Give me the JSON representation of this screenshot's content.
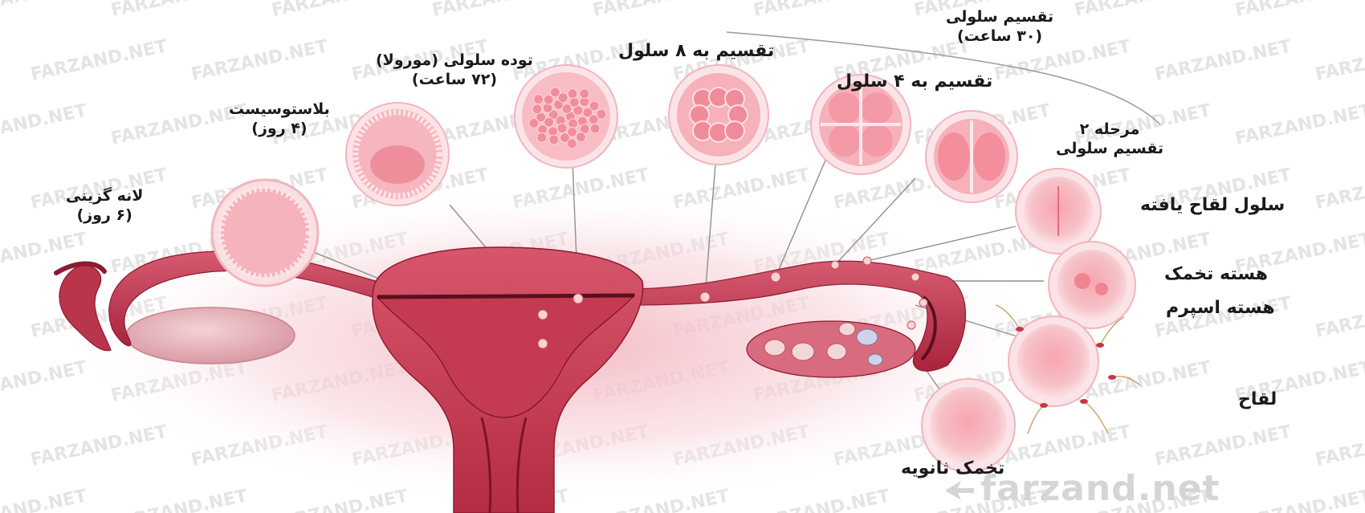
{
  "diagram": {
    "labels": {
      "division_30h": {
        "line1": "تقسیم سلولی",
        "line2": "(۳۰ ساعت)"
      },
      "division_8": {
        "line1": "تقسیم به ۸ سلول"
      },
      "morula": {
        "line1": "توده سلولی (مورولا)",
        "line2": "(۷۲ ساعت)"
      },
      "division_4": {
        "line1": "تقسیم به ۴ سلول"
      },
      "blastocyst": {
        "line1": "بلاستوسیست",
        "line2": "(۴ روز)"
      },
      "stage2": {
        "line1": "مرحله ۲",
        "line2": "تقسیم سلولی"
      },
      "implantation": {
        "line1": "لانه گزینی",
        "line2": "(۶ روز)"
      },
      "zygote": {
        "line1": "سلول لقاح یافته"
      },
      "egg_nucleus": {
        "line1": "هسته تخمک"
      },
      "sperm_nucleus": {
        "line1": "هسته اسپرم"
      },
      "fertilization": {
        "line1": "لقاح"
      },
      "secondary_oocyte": {
        "line1": "تخمک ثانویه"
      }
    },
    "watermark": {
      "brand": "farzand.net",
      "pattern": "FARZAND.NET"
    },
    "colors": {
      "tissue_dark": "#a3203a",
      "tissue_mid": "#cc4a60",
      "tissue_light": "#e9a0ac",
      "glow": "#f6c9d1",
      "cell_fill": "#f7c3c9",
      "cell_ring": "#f1a9b2",
      "cell_inner": "#f4909c",
      "ovary": "#e8b8bf",
      "leader": "#8a8a8a",
      "watermark": "#e4e4e4"
    }
  }
}
